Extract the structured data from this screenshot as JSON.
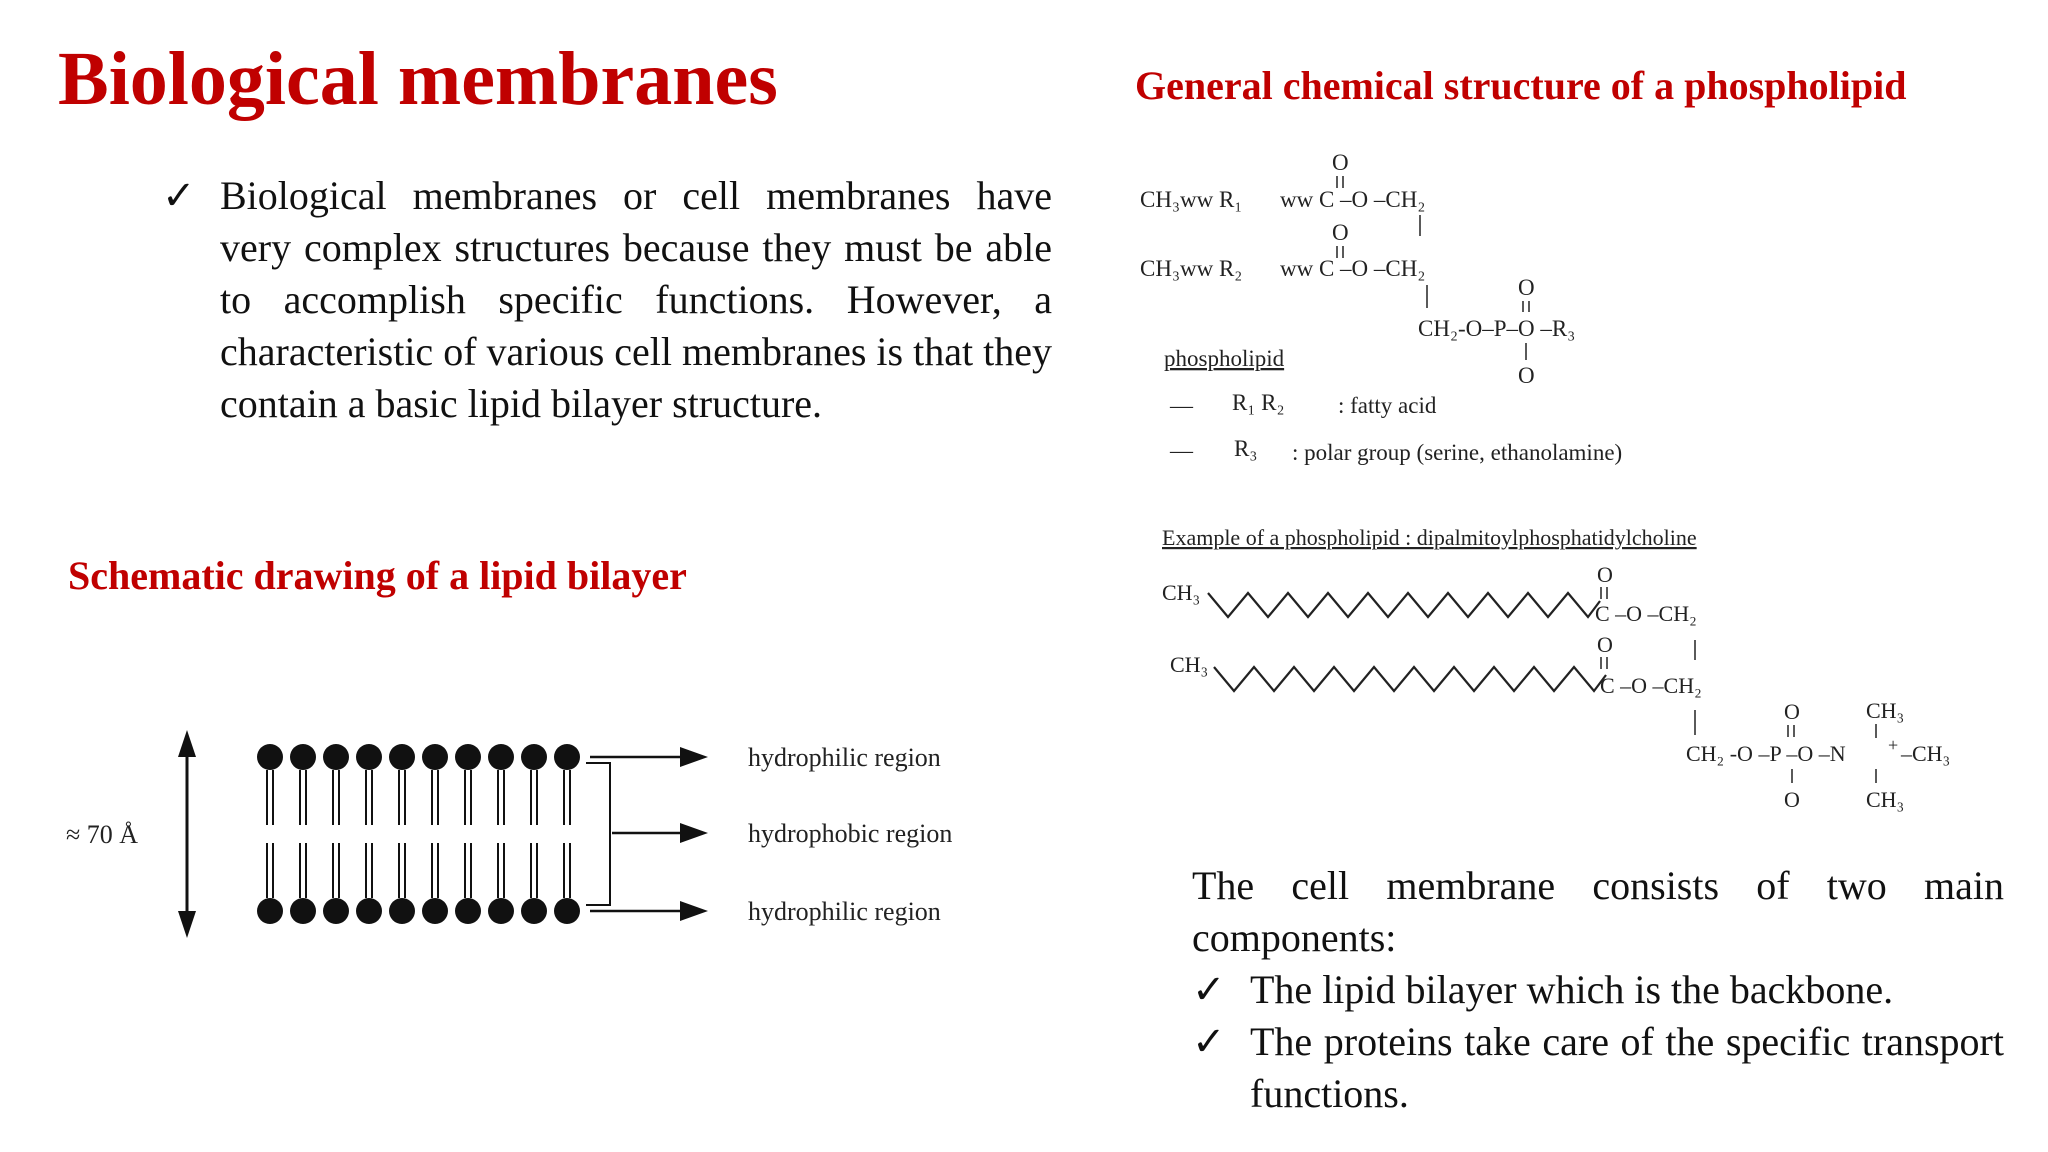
{
  "title": "Biological membranes",
  "intro": {
    "check": "✓",
    "text": "Biological membranes or cell membranes have very complex structures because they must be able to accomplish specific functions. However, a characteristic of various cell membranes is that they contain a basic lipid bilayer structure."
  },
  "chem_heading": "General chemical structure of a phospholipid",
  "bilayer_heading": "Schematic drawing of a lipid bilayer",
  "general_structure": {
    "row1_left": "CH₃ww R₁",
    "row2_left": "CH₃ww R₂",
    "ester": "ww C –O –CH₂",
    "oxygen": "O",
    "phosphate_row": "CH₂-O–P–O –R₃",
    "phospholipid_label": "phospholipid",
    "legend_r12": "R₁  R₂",
    "legend_r12_desc": ": fatty acid",
    "legend_r3": "R₃",
    "legend_r3_desc": ": polar group (serine, ethanolamine)",
    "dash": "—"
  },
  "example": {
    "label": "Example of a phospholipid : dipalmitoylphosphatidylcholine",
    "ch3": "CH₃",
    "ester1": "C –O –CH₂",
    "ester2": "C –O –CH₂",
    "phosphate": "CH₂ -O –P –O –N",
    "plus": "+",
    "n_ch3_right": "–CH₃",
    "n_ch3_top": "CH₃",
    "n_ch3_bottom": "CH₃",
    "oxygen": "O"
  },
  "bilayer": {
    "thickness": "≈ 70 Å",
    "top_region": "hydrophilic region",
    "middle_region": "hydrophobic region",
    "bottom_region": "hydrophilic region"
  },
  "components": {
    "lead": "The cell membrane consists of two main components:",
    "items": [
      {
        "check": "✓",
        "text": "The lipid bilayer which is the backbone."
      },
      {
        "check": "✓",
        "text": "The proteins take care of the specific transport functions."
      }
    ]
  }
}
